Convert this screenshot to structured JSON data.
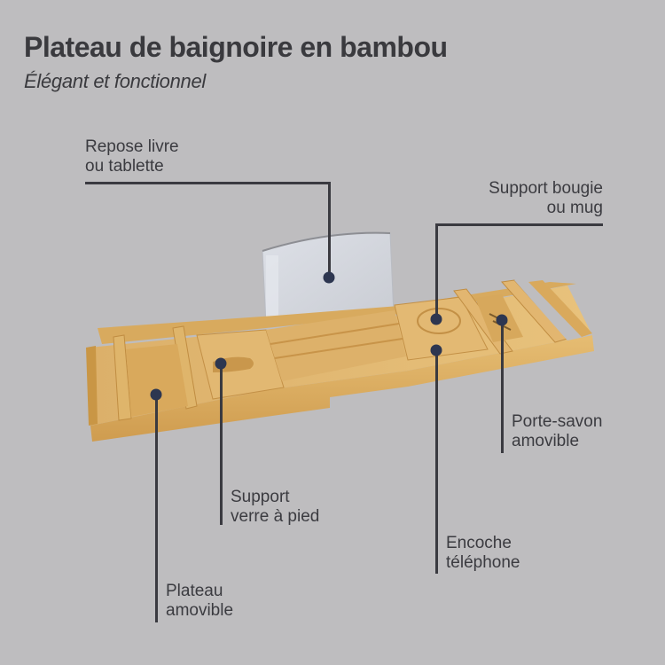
{
  "header": {
    "title": "Plateau de baignoire en bambou",
    "subtitle": "Élégant et fonctionnel"
  },
  "callouts": [
    {
      "id": "book-rest",
      "lines": [
        "Repose livre",
        "ou tablette"
      ]
    },
    {
      "id": "candle-mug",
      "lines": [
        "Support bougie",
        "ou mug"
      ]
    },
    {
      "id": "soap-holder",
      "lines": [
        "Porte-savon",
        "amovible"
      ]
    },
    {
      "id": "wine-glass",
      "lines": [
        "Support",
        "verre à pied"
      ]
    },
    {
      "id": "phone-slot",
      "lines": [
        "Encoche",
        "téléphone"
      ]
    },
    {
      "id": "removable-tray",
      "lines": [
        "Plateau",
        "amovible"
      ]
    }
  ],
  "colors": {
    "background": "#bebdbf",
    "text": "#3a3a3e",
    "leader_line": "#3a3a40",
    "dot": "#2d3650",
    "bamboo": "#d9ad62",
    "fabric": "#d6d8de"
  }
}
